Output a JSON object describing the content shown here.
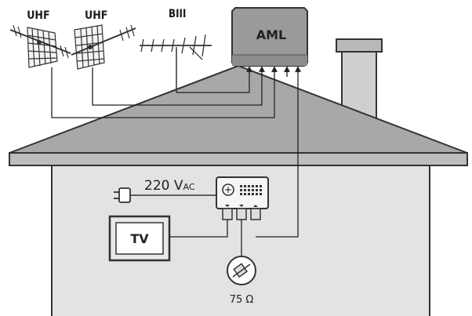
{
  "antennas": {
    "uhf1": {
      "label": "UHF"
    },
    "uhf2": {
      "label": "UHF"
    },
    "biii": {
      "label": "BIII"
    }
  },
  "amplifier": {
    "label": "AML"
  },
  "power": {
    "prefix": "220 V",
    "sub": "AC"
  },
  "tv": {
    "label": "TV"
  },
  "terminator": {
    "label": "75 Ω"
  },
  "colors": {
    "roof": "#a8a8a8",
    "amp_box": "#9a9a9a",
    "wall": "#e2e2e2",
    "outline": "#333333"
  },
  "icons": [
    "uhf-antenna-icon",
    "yagi-antenna-icon",
    "power-plug-icon",
    "terminator-resistor-icon"
  ]
}
